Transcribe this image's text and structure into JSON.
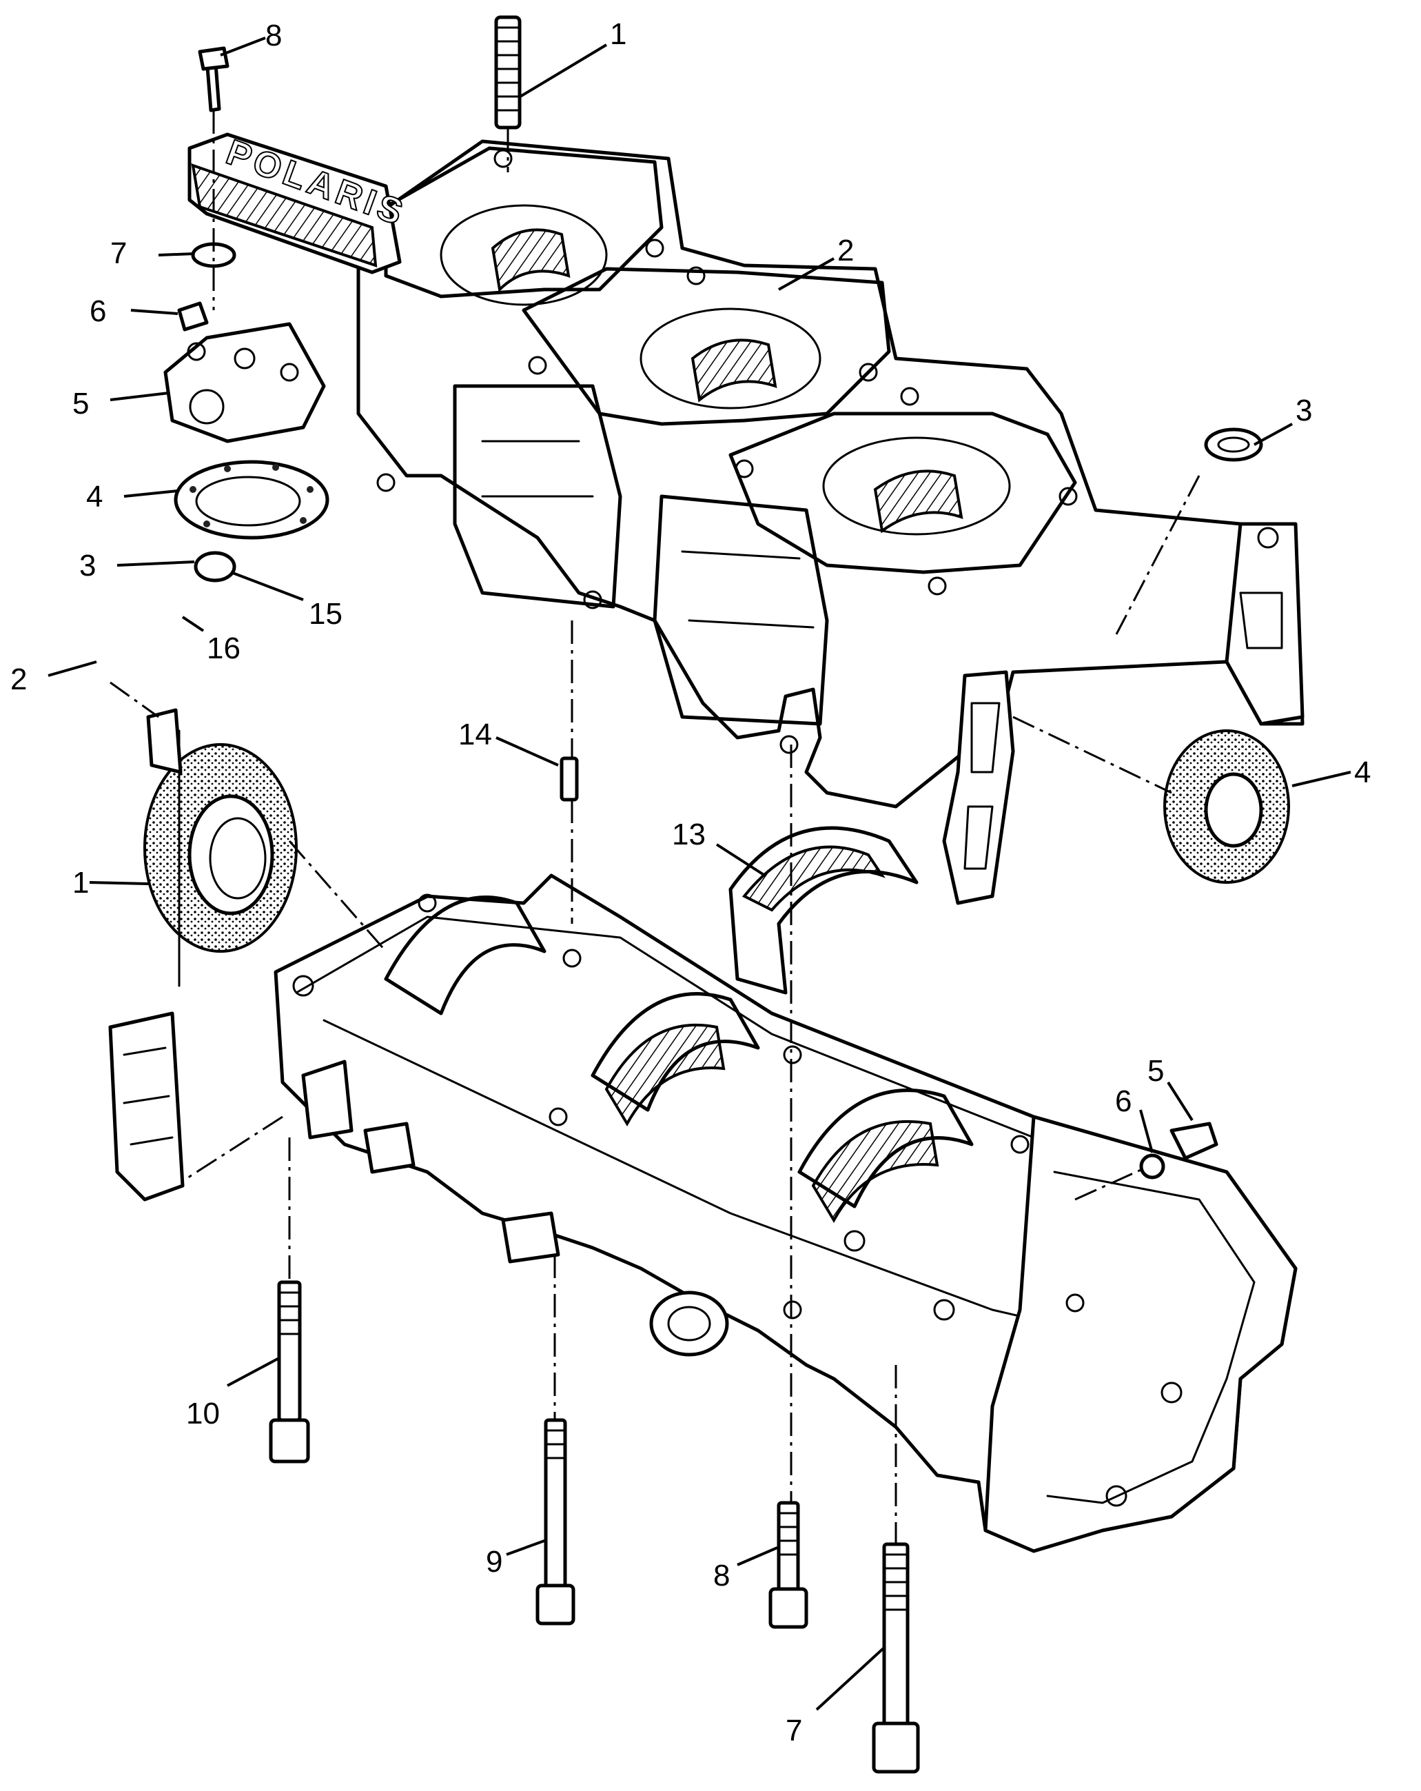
{
  "figure": {
    "logo_text": "POLARIS",
    "callouts": [
      "1",
      "2",
      "3",
      "4",
      "5",
      "6",
      "7",
      "8",
      "1",
      "2",
      "3",
      "4",
      "5",
      "6",
      "7",
      "8",
      "9",
      "10",
      "13",
      "14",
      "15",
      "16"
    ]
  },
  "parts": [
    "cylinder-stud",
    "cylinder",
    "oil-seal",
    "gasket",
    "head-bolt",
    "washer",
    "crankcase-bolt",
    "bolt",
    "dowel-pin",
    "bearing-half",
    "pump",
    "crankcase-lower"
  ]
}
